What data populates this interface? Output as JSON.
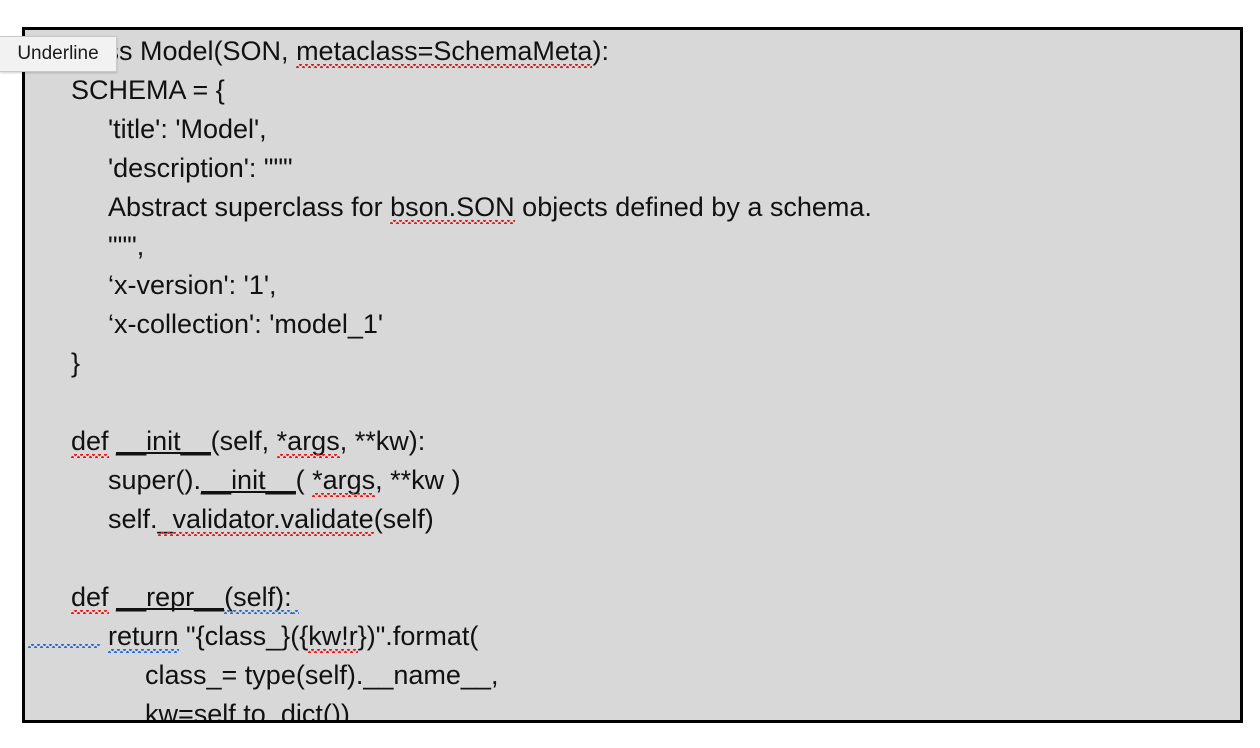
{
  "tooltip": {
    "label": "Underline",
    "bg_color": "#f2f2f2",
    "text_color": "#1a1a1a"
  },
  "editor": {
    "background_color": "#d8d8d8",
    "border_color": "#000000",
    "text_color": "#111111",
    "spellcheck_error_color": "#e02020",
    "grammar_error_color": "#2a6fd6",
    "language": "python"
  },
  "code": {
    "lines": [
      {
        "id": "line-class-model",
        "indent": 0,
        "segments": [
          {
            "text": "class Model(SON, ",
            "mark": "none"
          },
          {
            "text": "metaclass=SchemaMeta",
            "mark": "red"
          },
          {
            "text": "):",
            "mark": "none"
          }
        ]
      },
      {
        "id": "line-schema-open",
        "indent": 1,
        "segments": [
          {
            "text": "SCHEMA = {",
            "mark": "none"
          }
        ]
      },
      {
        "id": "line-title",
        "indent": 2,
        "segments": [
          {
            "text": "'title': 'Model',",
            "mark": "none"
          }
        ]
      },
      {
        "id": "line-description-open",
        "indent": 2,
        "segments": [
          {
            "text": "'description': \"\"\"",
            "mark": "none"
          }
        ]
      },
      {
        "id": "line-docstring-body",
        "indent": 2,
        "segments": [
          {
            "text": "Abstract superclass for ",
            "mark": "none"
          },
          {
            "text": "bson.SON",
            "mark": "red"
          },
          {
            "text": " objects defined by a schema.",
            "mark": "none"
          }
        ]
      },
      {
        "id": "line-description-close",
        "indent": 2,
        "segments": [
          {
            "text": "\"\"\",",
            "mark": "none"
          }
        ]
      },
      {
        "id": "line-x-version",
        "indent": 2,
        "segments": [
          {
            "text": "‘x-version': '1',",
            "mark": "none"
          }
        ]
      },
      {
        "id": "line-x-collection",
        "indent": 2,
        "segments": [
          {
            "text": "‘x-collection': 'model_1'",
            "mark": "none"
          }
        ]
      },
      {
        "id": "line-schema-close",
        "indent": 1,
        "segments": [
          {
            "text": "}",
            "mark": "none"
          }
        ]
      },
      {
        "id": "line-blank-1",
        "indent": 0,
        "segments": [
          {
            "text": "",
            "mark": "none"
          }
        ]
      },
      {
        "id": "line-def-init",
        "indent": 1,
        "segments": [
          {
            "text": "def",
            "mark": "red"
          },
          {
            "text": " ",
            "mark": "none"
          },
          {
            "text": "__init__",
            "mark": "red-ul"
          },
          {
            "text": "(self, ",
            "mark": "none"
          },
          {
            "text": "*args",
            "mark": "red"
          },
          {
            "text": ", **kw):",
            "mark": "none"
          }
        ]
      },
      {
        "id": "line-super-init",
        "indent": 2,
        "segments": [
          {
            "text": "super().",
            "mark": "none"
          },
          {
            "text": "__init__",
            "mark": "red-ul"
          },
          {
            "text": "( ",
            "mark": "none"
          },
          {
            "text": "*args",
            "mark": "red"
          },
          {
            "text": ", **kw )",
            "mark": "none"
          }
        ]
      },
      {
        "id": "line-validate",
        "indent": 2,
        "segments": [
          {
            "text": "self.",
            "mark": "none"
          },
          {
            "text": "_validator.validate",
            "mark": "red"
          },
          {
            "text": "(self)",
            "mark": "none"
          }
        ]
      },
      {
        "id": "line-blank-2",
        "indent": 0,
        "segments": [
          {
            "text": "",
            "mark": "none"
          }
        ]
      },
      {
        "id": "line-def-repr",
        "indent": 1,
        "segments": [
          {
            "text": "def",
            "mark": "red"
          },
          {
            "text": " ",
            "mark": "none"
          },
          {
            "text": "__repr__",
            "mark": "red-ul"
          },
          {
            "text": "(self):",
            "mark": "blue"
          },
          {
            "text": " ",
            "mark": "blue"
          }
        ]
      },
      {
        "id": "line-return-format",
        "indent": 2,
        "gutter_squiggle": "blue",
        "segments": [
          {
            "text": "return",
            "mark": "blue"
          },
          {
            "text": " \"{class_}({",
            "mark": "none"
          },
          {
            "text": "kw!r",
            "mark": "red"
          },
          {
            "text": "})\".format(",
            "mark": "none"
          }
        ]
      },
      {
        "id": "line-class-arg",
        "indent": 3,
        "segments": [
          {
            "text": "class_= type(self).__name__,",
            "mark": "none"
          }
        ]
      },
      {
        "id": "line-kw-arg",
        "indent": 3,
        "segments": [
          {
            "text": "kw=",
            "mark": "none"
          },
          {
            "text": "self.to_dict",
            "mark": "red"
          },
          {
            "text": "())",
            "mark": "none"
          }
        ]
      }
    ]
  }
}
